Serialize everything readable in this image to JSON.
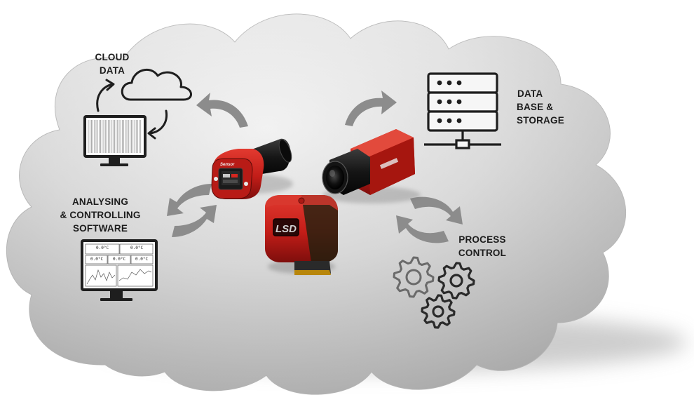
{
  "labels": {
    "cloud_data": [
      "CLOUD",
      "DATA"
    ],
    "database": [
      "DATA",
      "BASE &",
      "STORAGE"
    ],
    "software": [
      "ANALYSING",
      "& CONTROLLING",
      "SOFTWARE"
    ],
    "process": [
      "PROCESS",
      "CONTROL"
    ]
  },
  "software_screen": {
    "readout_top_left": "0.0°C",
    "readout_top_right": "0.0°C",
    "readout_mid_left": "0.0°C",
    "readout_mid_center": "0.0°C",
    "readout_mid_right": "0.0°C"
  },
  "devices": {
    "pyrometer_brand": "Sensor",
    "sensor_brand": "LSD"
  },
  "colors": {
    "cloud_light": "#f5f5f5",
    "cloud_dark": "#a9a9a9",
    "arrow": "#8c8c8c",
    "device_red": "#c8201c",
    "device_black": "#151515",
    "icon_stroke": "#1e1e1e",
    "gear_stroke": "#3a3a3a"
  }
}
